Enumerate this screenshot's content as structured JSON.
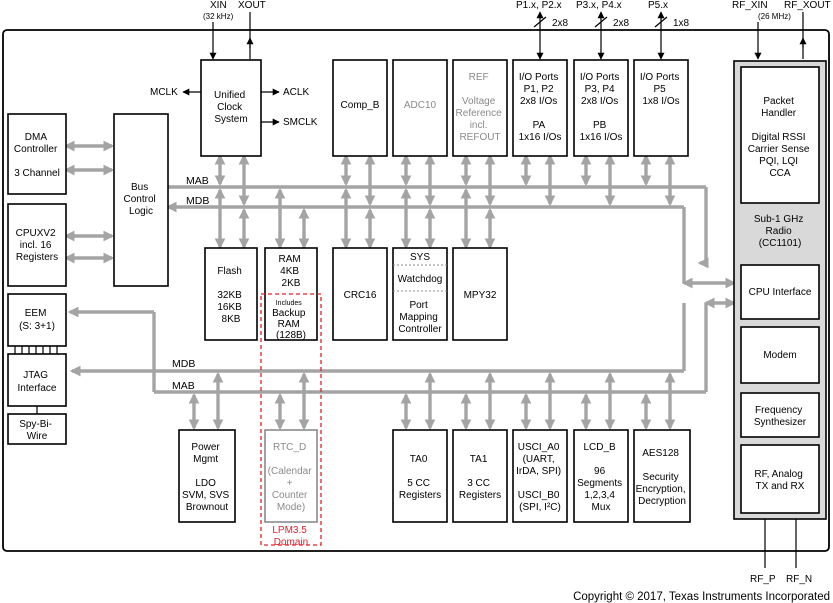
{
  "pins": {
    "xin": "XIN",
    "xout": "XOUT",
    "xin_freq": "(32 kHz)",
    "p12": "P1.x, P2.x",
    "p34": "P3.x, P4.x",
    "p5": "P5.x",
    "p12_width": "2x8",
    "p34_width": "2x8",
    "p5_width": "1x8",
    "rf_xin": "RF_XIN",
    "rf_xout": "RF_XOUT",
    "rf_freq": "(26 MHz)",
    "rf_p": "RF_P",
    "rf_n": "RF_N"
  },
  "clock": {
    "lines": [
      "Unified",
      "Clock",
      "System"
    ],
    "mclk": "MCLK",
    "aclk": "ACLK",
    "smclk": "SMCLK"
  },
  "dma": {
    "lines": [
      "DMA",
      "Controller"
    ],
    "sub": "3 Channel"
  },
  "cpu": {
    "lines": [
      "CPUXV2",
      "incl. 16",
      "Registers"
    ]
  },
  "bus_ctrl": {
    "lines": [
      "Bus",
      "Control",
      "Logic"
    ]
  },
  "eem": {
    "lines": [
      "EEM",
      "(S: 3+1)"
    ]
  },
  "jtag": {
    "lines": [
      "JTAG",
      "Interface"
    ]
  },
  "spybi": {
    "lines": [
      "Spy-Bi-",
      "Wire"
    ]
  },
  "bus": {
    "mab": "MAB",
    "mdb": "MDB"
  },
  "comp_b": "Comp_B",
  "adc10": "ADC10",
  "ref": {
    "lines": [
      "REF",
      "Voltage",
      "Reference",
      "incl.",
      "REFOUT"
    ]
  },
  "ports": [
    {
      "lines": [
        "I/O Ports",
        "P1, P2",
        "2x8 I/Os",
        "",
        "PA",
        "1x16 I/Os"
      ]
    },
    {
      "lines": [
        "I/O Ports",
        "P3, P4",
        "2x8 I/Os",
        "",
        "PB",
        "1x16 I/Os"
      ]
    },
    {
      "lines": [
        "I/O Ports",
        "P5",
        "1x8 I/Os"
      ]
    }
  ],
  "flash": {
    "lines": [
      "Flash",
      "",
      "32KB",
      "16KB",
      "8KB"
    ]
  },
  "ram": {
    "lines": [
      "RAM",
      "4KB",
      "2KB"
    ]
  },
  "backup_ram": {
    "lines": [
      "Includes",
      "Backup",
      "RAM",
      "(128B)"
    ]
  },
  "crc16": "CRC16",
  "sys": {
    "title": "SYS",
    "watchdog": "Watchdog",
    "port_map": [
      "Port",
      "Mapping",
      "Controller"
    ]
  },
  "mpy32": "MPY32",
  "power": {
    "lines": [
      "Power",
      "Mgmt",
      "",
      "LDO",
      "SVM, SVS",
      "Brownout"
    ]
  },
  "rtc": {
    "lines": [
      "RTC_D",
      "(Calendar",
      "+",
      "Counter",
      "Mode)"
    ]
  },
  "lpm": {
    "lines": [
      "LPM3.5",
      "Domain"
    ]
  },
  "ta0": {
    "lines": [
      "TA0",
      "",
      "5 CC",
      "Registers"
    ]
  },
  "ta1": {
    "lines": [
      "TA1",
      "",
      "3 CC",
      "Registers"
    ]
  },
  "usci": {
    "lines": [
      "USCI_A0",
      "(UART,",
      "IrDA, SPI)",
      "",
      "USCI_B0",
      "(SPI, I²C)"
    ]
  },
  "lcd": {
    "lines": [
      "LCD_B",
      "",
      "96",
      "Segments",
      "1,2,3,4",
      "Mux"
    ]
  },
  "aes": {
    "lines": [
      "AES128",
      "",
      "Security",
      "Encryption,",
      "Decryption"
    ]
  },
  "radio": {
    "packet": [
      "Packet",
      "Handler",
      "",
      "Digital RSSI",
      "Carrier Sense",
      "PQI, LQI",
      "CCA"
    ],
    "title": [
      "Sub-1 GHz",
      "Radio",
      "(CC1101)"
    ],
    "cpu_if": "CPU Interface",
    "modem": "Modem",
    "synth": [
      "Frequency",
      "Synthesizer"
    ],
    "rf": [
      "RF, Analog",
      "TX and RX"
    ]
  },
  "copyright": "Copyright © 2017, Texas Instruments Incorporated",
  "colors": {
    "bus": "#a4a4a4",
    "lpm_domain": "#e0202a",
    "dim_text": "#8a8a8a",
    "radio_bg": "#d9d9d9"
  }
}
